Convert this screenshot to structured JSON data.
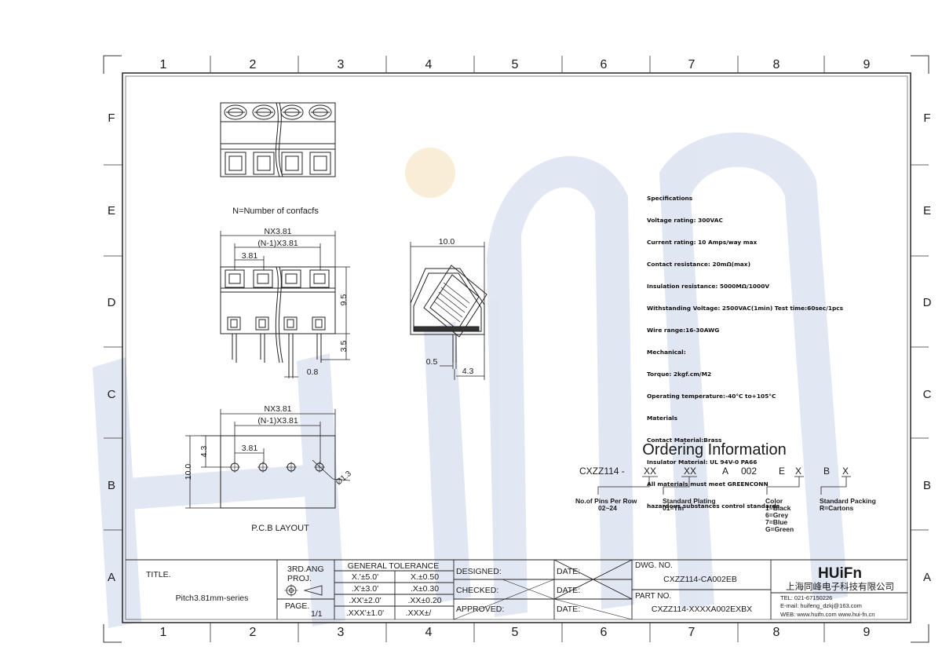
{
  "grid": {
    "columns": [
      "1",
      "2",
      "3",
      "4",
      "5",
      "6",
      "7",
      "8",
      "9"
    ],
    "rows": [
      "F",
      "E",
      "D",
      "C",
      "B",
      "A"
    ]
  },
  "watermark": {
    "text": "HUiFn",
    "color": "#c9d3ea",
    "dot_color": "#f7dfb8"
  },
  "views": {
    "top_caption": "N=Number of confacfs",
    "front": {
      "dim_total": "NX3.81",
      "dim_span": "(N-1)X3.81",
      "dim_pitch": "3.81",
      "dim_height": "9.5",
      "dim_pin": "3.5",
      "dim_pin_width": "0.8"
    },
    "side": {
      "dim_width": "10.0",
      "dim_pin": "0.5",
      "dim_offset": "4.3"
    },
    "pcb": {
      "dim_total": "NX3.81",
      "dim_span": "(N-1)X3.81",
      "dim_pitch": "3.81",
      "dim_offset": "4.3",
      "dim_depth": "10.0",
      "dim_hole": "Ø1.3",
      "caption": "P.C.B LAYOUT"
    }
  },
  "specifications": [
    "Specifications",
    "Voltage rating: 300VAC",
    "Current rating: 10 Amps/way max",
    "Contact resistance: 20mΩ(max)",
    "Insulation resistance: 5000MΩ/1000V",
    "Withstanding Voltage: 2500VAC(1min) Test time:60sec/1pcs",
    "Wire range:16-30AWG",
    "Mechanical:",
    "Torque: 2kgf.cm/M2",
    "Operating temperature:-40°C to+105°C",
    "Materials",
    "Contact Material:Brass",
    "Insulator Material: UL 94V-0 PA66",
    "All materials must meet GREENCONN",
    "hazardous substances control standards."
  ],
  "ordering": {
    "title": "Ordering Information",
    "code": {
      "base": "CXZZ114 -",
      "pins": "XX",
      "plating": "XX",
      "a": "A",
      "series": "002",
      "e": "E",
      "color": "X",
      "b": "B",
      "packing": "X"
    },
    "pins_label": [
      "No.of Pins Per Row",
      "02~24"
    ],
    "plating_label": [
      "Standard Plating",
      "01=Tin"
    ],
    "color_label": [
      "Color",
      "1=Black",
      "6=Grey",
      "7=Blue",
      "G=Green"
    ],
    "packing_label": [
      "Standard Packing",
      "R=Cartons"
    ]
  },
  "title_block": {
    "title_label": "TITLE.",
    "title_value": "Pitch3.81mm-series",
    "projection": [
      "3RD.ANG",
      "PROJ."
    ],
    "page_label": "PAGE.",
    "page_value": "1/1",
    "tolerance_title": "GENERAL TOLERANCE",
    "tolerances": [
      [
        "X.'±5.0'",
        "X.±0.50"
      ],
      [
        ".X'±3.0'",
        ".X±0.30"
      ],
      [
        ".XX'±2.0'",
        ".XX±0.20"
      ],
      [
        ".XXX'±1.0'",
        ".XXX±/"
      ]
    ],
    "designed": "DESIGNED:",
    "checked": "CHECKED:",
    "approved": "APPROVED:",
    "date": "DATE:",
    "dwg_label": "DWG. NO.",
    "dwg_value": "CXZZ114-CA002EB",
    "part_label": "PART NO.",
    "part_value": "CXZZ114-XXXXA002EXBX",
    "company_logo": "HUiFn",
    "company_name": "上海同峰电子科技有限公司",
    "tel": "TEL: 021-67150226",
    "email": "E-mail: huifeng_dzkj@163.com",
    "web": "WEB: www.huifn.com  www.hui-fn.cn"
  }
}
